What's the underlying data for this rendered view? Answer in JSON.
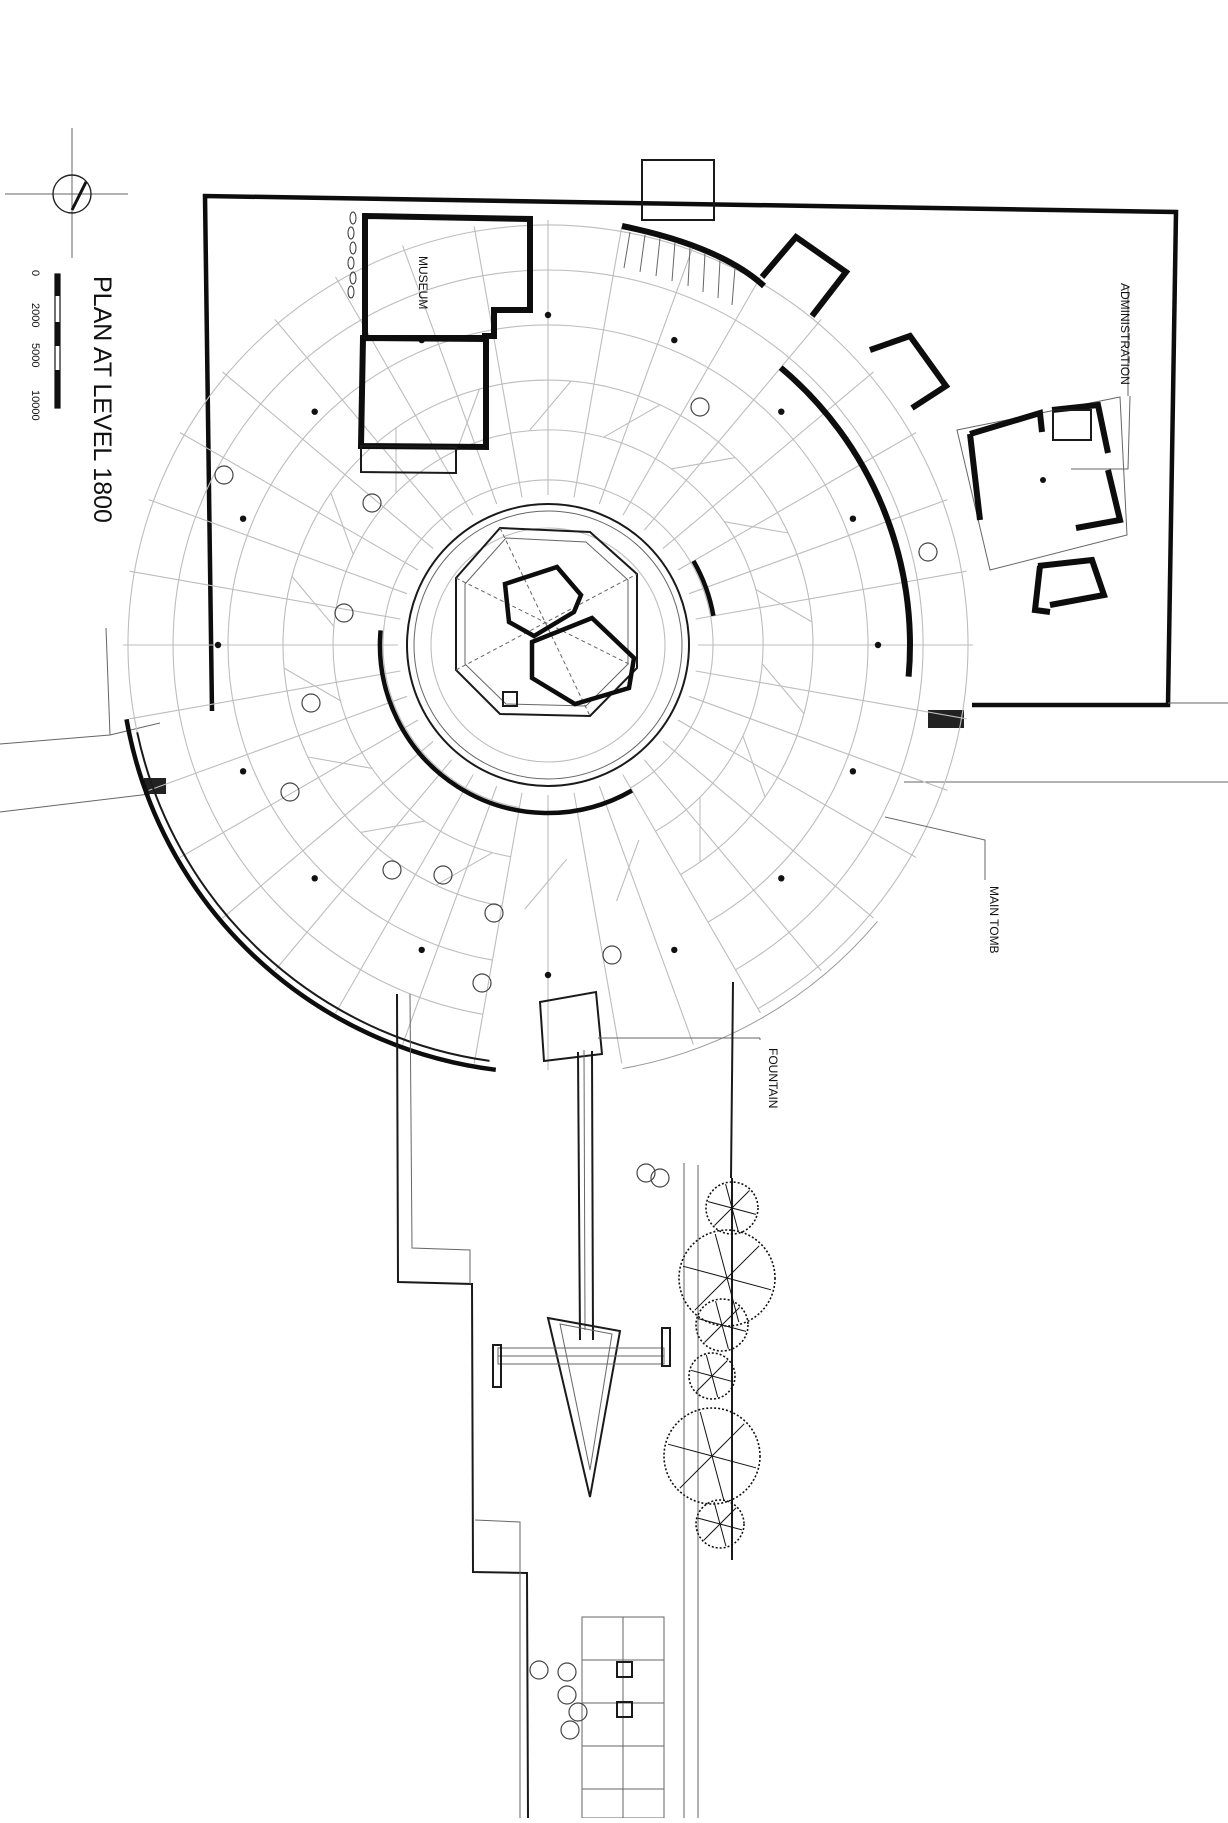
{
  "drawing": {
    "title": "PLAN AT LEVEL 1800",
    "scale_ticks": [
      "0",
      "2000",
      "5000",
      "10000"
    ]
  },
  "labels": {
    "museum": "MUSEUM",
    "administration": "ADMINISTRATION",
    "main_tomb": "MAIN TOMB",
    "fountain": "FOUNTAIN"
  }
}
